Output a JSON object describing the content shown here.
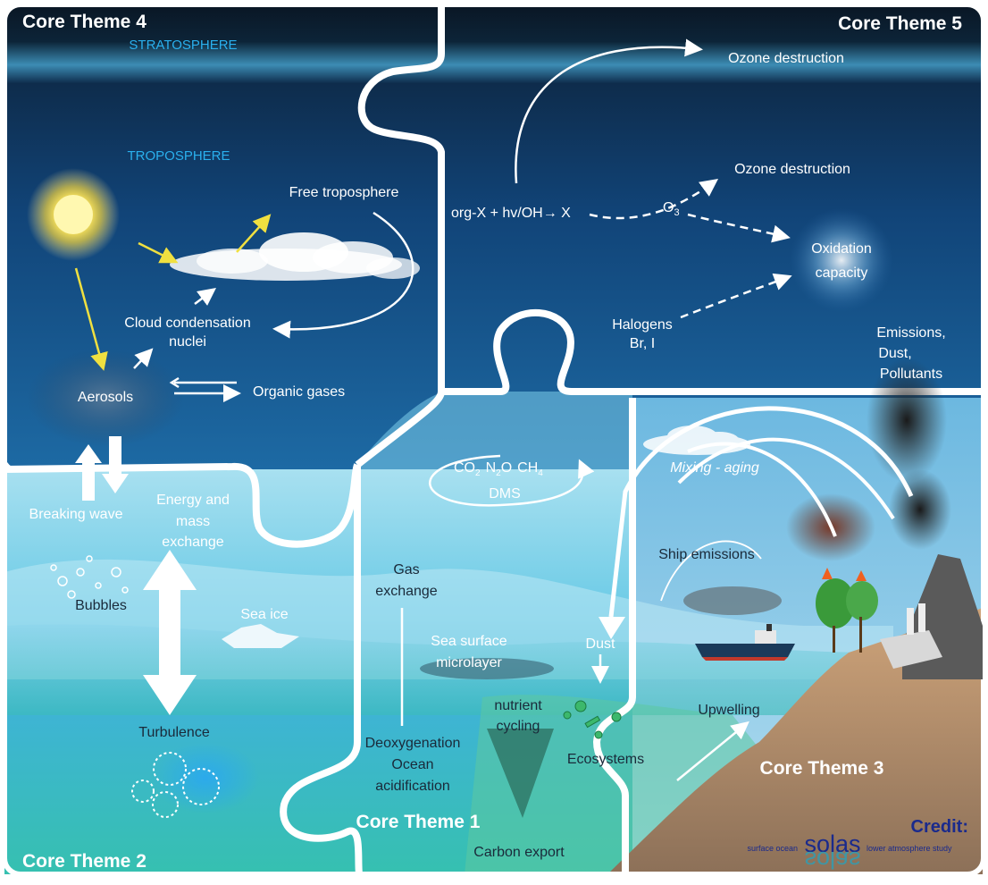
{
  "themes": {
    "t1": "Core Theme 1",
    "t2": "Core Theme 2",
    "t3": "Core Theme 3",
    "t4": "Core Theme 4",
    "t5": "Core Theme 5"
  },
  "layers": {
    "stratosphere": "STRATOSPHERE",
    "troposphere": "TROPOSPHERE"
  },
  "atmosphere": {
    "free_troposphere": "Free troposphere",
    "ccn_line1": "Cloud condensation",
    "ccn_line2": "nuclei",
    "aerosols": "Aerosols",
    "organic_gases": "Organic gases",
    "ozone_destruction_top": "Ozone destruction",
    "ozone_destruction_mid": "Ozone destruction",
    "reaction": "org-X + hv/OH→ X",
    "o3": "O",
    "o3_sub": "3",
    "oxidation_line1": "Oxidation",
    "oxidation_line2": "capacity",
    "halogens_line1": "Halogens",
    "halogens_line2": "Br, I",
    "emissions_line1": "Emissions,",
    "emissions_line2": "Dust,",
    "emissions_line3": "Pollutants"
  },
  "ocean": {
    "breaking_wave": "Breaking wave",
    "energy_line1": "Energy and",
    "energy_line2": "mass",
    "energy_line3": "exchange",
    "bubbles": "Bubbles",
    "sea_ice": "Sea ice",
    "turbulence": "Turbulence",
    "gas_exchange_line1": "Gas",
    "gas_exchange_line2": "exchange",
    "microlayer_line1": "Sea surface",
    "microlayer_line2": "microlayer",
    "deoxy_line1": "Deoxygenation",
    "deoxy_line2": "Ocean",
    "deoxy_line3": "acidification",
    "nutrient_line1": "nutrient",
    "nutrient_line2": "cycling",
    "ecosystems": "Ecosystems",
    "carbon_export": "Carbon export",
    "dust": "Dust",
    "upwelling": "Upwelling",
    "ship_emissions": "Ship emissions",
    "mixing_aging": "Mixing - aging"
  },
  "gases": {
    "co2": "CO",
    "co2_sub": "2",
    "n2o": "N",
    "n2o_sub": "2",
    "n2o_o": "O",
    "ch4": "CH",
    "ch4_sub": "4",
    "dms": "DMS"
  },
  "credit": {
    "label": "Credit:",
    "left": "surface ocean",
    "logo": "solas",
    "right": "lower atmosphere study"
  },
  "colors": {
    "deep_sky": "#0a1a2c",
    "sky": "#1a5e9a",
    "ocean_light": "#5cc0e0",
    "ocean_green": "#4cc0a8",
    "land": "#a08060",
    "solas_blue": "#1a2a8c",
    "solas_teal": "#2aa0b8"
  }
}
